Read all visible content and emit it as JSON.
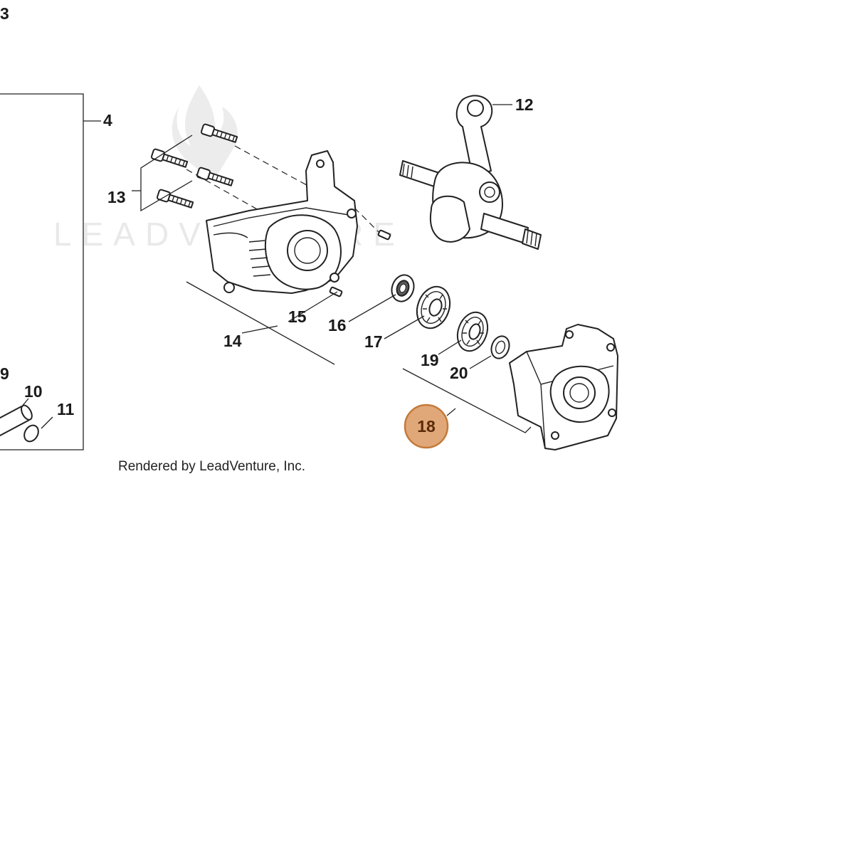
{
  "watermark": {
    "text": "LEADVENTURE"
  },
  "credit": {
    "text": "Rendered by LeadVenture, Inc."
  },
  "callouts": {
    "c3": "3",
    "c4": "4",
    "c9": "9",
    "c10": "10",
    "c11": "11",
    "c12": "12",
    "c13": "13",
    "c14": "14",
    "c15": "15",
    "c16": "16",
    "c17": "17",
    "c18": "18",
    "c19": "19",
    "c20": "20"
  },
  "highlight": {
    "part": "18",
    "color": "#e0a878",
    "border": "#c47a3a"
  }
}
